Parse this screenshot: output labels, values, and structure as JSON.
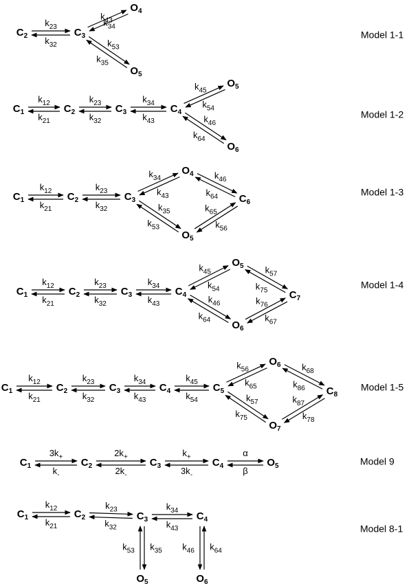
{
  "models": [
    {
      "label": "Model 1-1",
      "states": [
        {
          "id": "C2",
          "base": "C",
          "sub": "2"
        },
        {
          "id": "C3",
          "base": "C",
          "sub": "3"
        },
        {
          "id": "O4",
          "base": "O",
          "sub": "4"
        },
        {
          "id": "O5",
          "base": "O",
          "sub": "5"
        }
      ],
      "transitions": [
        {
          "from": "C2",
          "to": "C3",
          "fwd": {
            "base": "k",
            "sub": "23"
          },
          "bwd": {
            "base": "k",
            "sub": "32"
          }
        },
        {
          "from": "C3",
          "to": "O4",
          "fwd": {
            "base": "k",
            "sub": "34"
          },
          "bwd": {
            "base": "k",
            "sub": "43"
          }
        },
        {
          "from": "C3",
          "to": "O5",
          "fwd": {
            "base": "k",
            "sub": "35"
          },
          "bwd": {
            "base": "k",
            "sub": "53"
          }
        }
      ]
    },
    {
      "label": "Model 1-2",
      "states": [
        {
          "id": "C1",
          "base": "C",
          "sub": "1"
        },
        {
          "id": "C2",
          "base": "C",
          "sub": "2"
        },
        {
          "id": "C3",
          "base": "C",
          "sub": "3"
        },
        {
          "id": "C4",
          "base": "C",
          "sub": "4"
        },
        {
          "id": "O5",
          "base": "O",
          "sub": "5"
        },
        {
          "id": "O6",
          "base": "O",
          "sub": "6"
        }
      ],
      "transitions": [
        {
          "from": "C1",
          "to": "C2",
          "fwd": {
            "base": "k",
            "sub": "12"
          },
          "bwd": {
            "base": "k",
            "sub": "21"
          }
        },
        {
          "from": "C2",
          "to": "C3",
          "fwd": {
            "base": "k",
            "sub": "23"
          },
          "bwd": {
            "base": "k",
            "sub": "32"
          }
        },
        {
          "from": "C3",
          "to": "C4",
          "fwd": {
            "base": "k",
            "sub": "34"
          },
          "bwd": {
            "base": "k",
            "sub": "43"
          }
        },
        {
          "from": "C4",
          "to": "O5",
          "fwd": {
            "base": "k",
            "sub": "45"
          },
          "bwd": {
            "base": "k",
            "sub": "54"
          }
        },
        {
          "from": "C4",
          "to": "O6",
          "fwd": {
            "base": "k",
            "sub": "46"
          },
          "bwd": {
            "base": "k",
            "sub": "64"
          }
        }
      ]
    },
    {
      "label": "Model 1-3",
      "states": [
        {
          "id": "C1",
          "base": "C",
          "sub": "1"
        },
        {
          "id": "C2",
          "base": "C",
          "sub": "2"
        },
        {
          "id": "C3",
          "base": "C",
          "sub": "3"
        },
        {
          "id": "O4",
          "base": "O",
          "sub": "4"
        },
        {
          "id": "O5",
          "base": "O",
          "sub": "5"
        },
        {
          "id": "C6",
          "base": "C",
          "sub": "6"
        }
      ],
      "transitions": [
        {
          "from": "C1",
          "to": "C2",
          "fwd": {
            "base": "k",
            "sub": "12"
          },
          "bwd": {
            "base": "k",
            "sub": "21"
          }
        },
        {
          "from": "C2",
          "to": "C3",
          "fwd": {
            "base": "k",
            "sub": "23"
          },
          "bwd": {
            "base": "k",
            "sub": "32"
          }
        },
        {
          "from": "C3",
          "to": "O4",
          "fwd": {
            "base": "k",
            "sub": "34"
          },
          "bwd": {
            "base": "k",
            "sub": "43"
          }
        },
        {
          "from": "C3",
          "to": "O5",
          "fwd": {
            "base": "k",
            "sub": "35"
          },
          "bwd": {
            "base": "k",
            "sub": "53"
          }
        },
        {
          "from": "O4",
          "to": "C6",
          "fwd": {
            "base": "k",
            "sub": "46"
          },
          "bwd": {
            "base": "k",
            "sub": "64"
          }
        },
        {
          "from": "O5",
          "to": "C6",
          "fwd": {
            "base": "k",
            "sub": "56"
          },
          "bwd": {
            "base": "k",
            "sub": "65"
          }
        }
      ]
    },
    {
      "label": "Model 1-4",
      "states": [
        {
          "id": "C1",
          "base": "C",
          "sub": "1"
        },
        {
          "id": "C2",
          "base": "C",
          "sub": "2"
        },
        {
          "id": "C3",
          "base": "C",
          "sub": "3"
        },
        {
          "id": "C4",
          "base": "C",
          "sub": "4"
        },
        {
          "id": "O5",
          "base": "O",
          "sub": "5"
        },
        {
          "id": "O6",
          "base": "O",
          "sub": "6"
        },
        {
          "id": "C7",
          "base": "C",
          "sub": "7"
        }
      ],
      "transitions": [
        {
          "from": "C1",
          "to": "C2",
          "fwd": {
            "base": "k",
            "sub": "12"
          },
          "bwd": {
            "base": "k",
            "sub": "21"
          }
        },
        {
          "from": "C2",
          "to": "C3",
          "fwd": {
            "base": "k",
            "sub": "23"
          },
          "bwd": {
            "base": "k",
            "sub": "32"
          }
        },
        {
          "from": "C3",
          "to": "C4",
          "fwd": {
            "base": "k",
            "sub": "34"
          },
          "bwd": {
            "base": "k",
            "sub": "43"
          }
        },
        {
          "from": "C4",
          "to": "O5",
          "fwd": {
            "base": "k",
            "sub": "45"
          },
          "bwd": {
            "base": "k",
            "sub": "54"
          }
        },
        {
          "from": "C4",
          "to": "O6",
          "fwd": {
            "base": "k",
            "sub": "46"
          },
          "bwd": {
            "base": "k",
            "sub": "64"
          }
        },
        {
          "from": "O5",
          "to": "C7",
          "fwd": {
            "base": "k",
            "sub": "57"
          },
          "bwd": {
            "base": "k",
            "sub": "75"
          }
        },
        {
          "from": "O6",
          "to": "C7",
          "fwd": {
            "base": "k",
            "sub": "67"
          },
          "bwd": {
            "base": "k",
            "sub": "76"
          }
        }
      ]
    },
    {
      "label": "Model 1-5",
      "states": [
        {
          "id": "C1",
          "base": "C",
          "sub": "1"
        },
        {
          "id": "C2",
          "base": "C",
          "sub": "2"
        },
        {
          "id": "C3",
          "base": "C",
          "sub": "3"
        },
        {
          "id": "C4",
          "base": "C",
          "sub": "4"
        },
        {
          "id": "C5",
          "base": "C",
          "sub": "5"
        },
        {
          "id": "O6",
          "base": "O",
          "sub": "6"
        },
        {
          "id": "O7",
          "base": "O",
          "sub": "7"
        },
        {
          "id": "C8",
          "base": "C",
          "sub": "8"
        }
      ],
      "transitions": [
        {
          "from": "C1",
          "to": "C2",
          "fwd": {
            "base": "k",
            "sub": "12"
          },
          "bwd": {
            "base": "k",
            "sub": "21"
          }
        },
        {
          "from": "C2",
          "to": "C3",
          "fwd": {
            "base": "k",
            "sub": "23"
          },
          "bwd": {
            "base": "k",
            "sub": "32"
          }
        },
        {
          "from": "C3",
          "to": "C4",
          "fwd": {
            "base": "k",
            "sub": "34"
          },
          "bwd": {
            "base": "k",
            "sub": "43"
          }
        },
        {
          "from": "C4",
          "to": "C5",
          "fwd": {
            "base": "k",
            "sub": "45"
          },
          "bwd": {
            "base": "k",
            "sub": "54"
          }
        },
        {
          "from": "C5",
          "to": "O6",
          "fwd": {
            "base": "k",
            "sub": "56"
          },
          "bwd": {
            "base": "k",
            "sub": "65"
          }
        },
        {
          "from": "C5",
          "to": "O7",
          "fwd": {
            "base": "k",
            "sub": "57"
          },
          "bwd": {
            "base": "k",
            "sub": "75"
          }
        },
        {
          "from": "O6",
          "to": "C8",
          "fwd": {
            "base": "k",
            "sub": "68"
          },
          "bwd": {
            "base": "k",
            "sub": "86"
          }
        },
        {
          "from": "O7",
          "to": "C8",
          "fwd": {
            "base": "k",
            "sub": "78"
          },
          "bwd": {
            "base": "k",
            "sub": "87"
          }
        }
      ]
    },
    {
      "label": "Model 9",
      "states": [
        {
          "id": "C1",
          "base": "C",
          "sub": "1"
        },
        {
          "id": "C2",
          "base": "C",
          "sub": "2"
        },
        {
          "id": "C3",
          "base": "C",
          "sub": "3"
        },
        {
          "id": "C4",
          "base": "C",
          "sub": "4"
        },
        {
          "id": "O5",
          "base": "O",
          "sub": "5"
        }
      ],
      "transitions": [
        {
          "from": "C1",
          "to": "C2",
          "fwd": {
            "base": "3k",
            "sub": "+"
          },
          "bwd": {
            "base": "k",
            "sub": "-"
          }
        },
        {
          "from": "C2",
          "to": "C3",
          "fwd": {
            "base": "2k",
            "sub": "+"
          },
          "bwd": {
            "base": "2k",
            "sub": "-"
          }
        },
        {
          "from": "C3",
          "to": "C4",
          "fwd": {
            "base": "k",
            "sub": "+"
          },
          "bwd": {
            "base": "3k",
            "sub": "-"
          }
        },
        {
          "from": "C4",
          "to": "O5",
          "fwd": {
            "base": "α",
            "sub": ""
          },
          "bwd": {
            "base": "β",
            "sub": ""
          }
        }
      ]
    },
    {
      "label": "Model 8-1",
      "states": [
        {
          "id": "C1",
          "base": "C",
          "sub": "1"
        },
        {
          "id": "C2",
          "base": "C",
          "sub": "2"
        },
        {
          "id": "C3",
          "base": "C",
          "sub": "3"
        },
        {
          "id": "C4",
          "base": "C",
          "sub": "4"
        },
        {
          "id": "O5",
          "base": "O",
          "sub": "5"
        },
        {
          "id": "O6",
          "base": "O",
          "sub": "6"
        }
      ],
      "transitions": [
        {
          "from": "C1",
          "to": "C2",
          "fwd": {
            "base": "k",
            "sub": "12"
          },
          "bwd": {
            "base": "k",
            "sub": "21"
          }
        },
        {
          "from": "C2",
          "to": "C3",
          "fwd": {
            "base": "k",
            "sub": "23"
          },
          "bwd": {
            "base": "k",
            "sub": "32"
          }
        },
        {
          "from": "C3",
          "to": "C4",
          "fwd": {
            "base": "k",
            "sub": "34"
          },
          "bwd": {
            "base": "k",
            "sub": "43"
          }
        },
        {
          "from": "C3",
          "to": "O5",
          "fwd": {
            "base": "k",
            "sub": "35"
          },
          "bwd": {
            "base": "k",
            "sub": "53"
          }
        },
        {
          "from": "C4",
          "to": "O6",
          "fwd": {
            "base": "k",
            "sub": "46"
          },
          "bwd": {
            "base": "k",
            "sub": "64"
          }
        }
      ]
    }
  ]
}
